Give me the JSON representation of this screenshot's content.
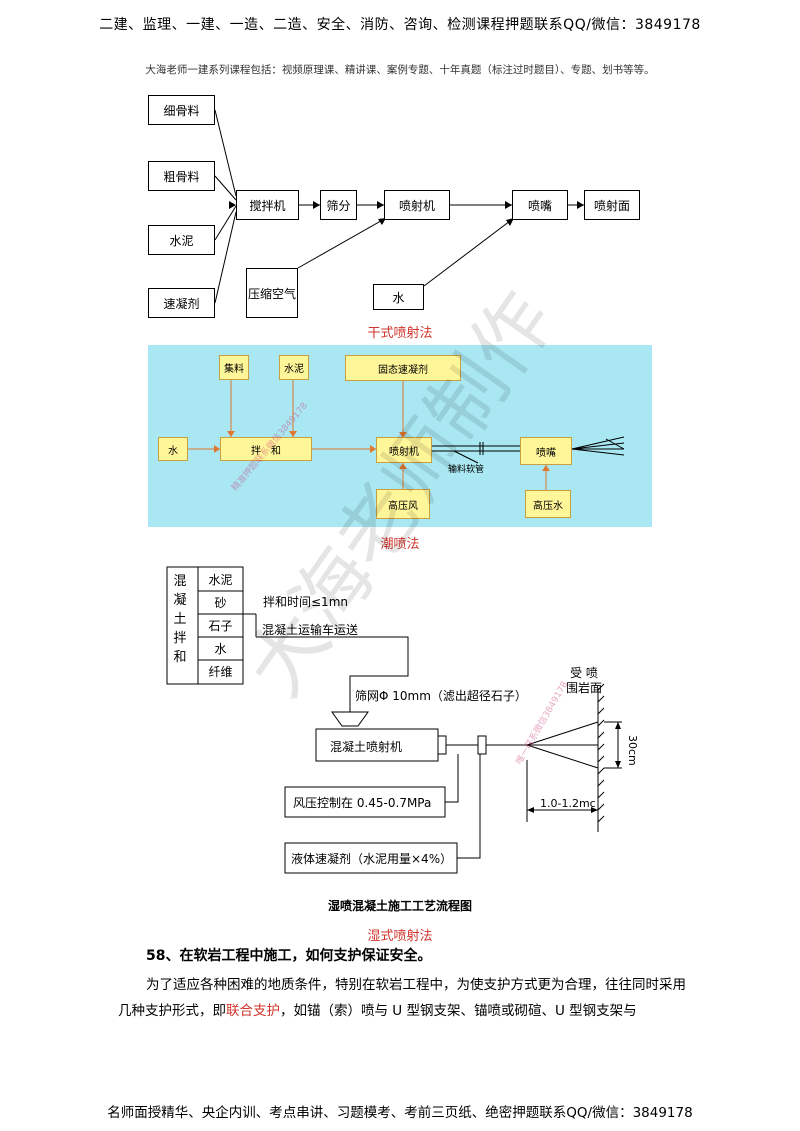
{
  "header": "二建、监理、一建、一造、二造、安全、消防、咨询、检测课程押题联系QQ/微信：3849178",
  "subheader": "大海老师一建系列课程包括：视频原理课、精讲课、案例专题、十年真题（标注过时题目）、专题、划书等等。",
  "dry_method": {
    "caption": "干式喷射法",
    "inputs": [
      "细骨料",
      "粗骨料",
      "水泥",
      "速凝剂"
    ],
    "mixer": "搅拌机",
    "screen": "筛分",
    "sprayer": "喷射机",
    "nozzle": "喷嘴",
    "surface": "喷射面",
    "air": "压缩空气",
    "water": "水"
  },
  "wet_spray_method": {
    "caption": "潮喷法",
    "aggregate": "集料",
    "cement": "水泥",
    "accelerator": "固态速凝剂",
    "water": "水",
    "mixer": "拌　和",
    "sprayer": "喷射机",
    "hose": "输料软管",
    "nozzle": "喷嘴",
    "hp_air": "高压风",
    "hp_water": "高压水",
    "stamp": "精准押题联系微信3849178"
  },
  "wet_method": {
    "caption": "湿式喷射法",
    "mix_label": "混凝土拌和",
    "ingredients": [
      "水泥",
      "砂",
      "石子",
      "水",
      "纤维"
    ],
    "mix_time": "拌和时间≤1mn",
    "transport": "混凝土运输车运送",
    "screen": "筛网Φ 10mm（滤出超径石子）",
    "machine": "混凝土喷射机",
    "pressure": "风压控制在 0.45-0.7MPa",
    "accelerator": "液体速凝剂（水泥用量×4%）",
    "surface": "受 喷\n围岩面",
    "distance": "1.0-1.2mc",
    "diameter": "30cm",
    "figure_title": "湿喷混凝土施工工艺流程图",
    "stamp": "唯一联系微信3849178"
  },
  "watermark": "大海老师制作",
  "question": "58、在软岩工程中施工，如何支护保证安全。",
  "paragraph": {
    "part1": "为了适应各种困难的地质条件，特别在软岩工程中，为使支护方式更为合理，往往同时采用几种支护形式，即",
    "highlight": "联合支护",
    "part2": "，如锚（索）喷与 U 型钢支架、锚喷或砌碹、U 型钢支架与"
  },
  "footer": "名师面授精华、央企内训、考点串讲、习题模考、考前三页纸、绝密押题联系QQ/微信：3849178",
  "colors": {
    "red": "#d0342c",
    "cyan_bg": "#a9e7f2",
    "yellow_box": "#fff69a",
    "orange_line": "#e07830"
  }
}
